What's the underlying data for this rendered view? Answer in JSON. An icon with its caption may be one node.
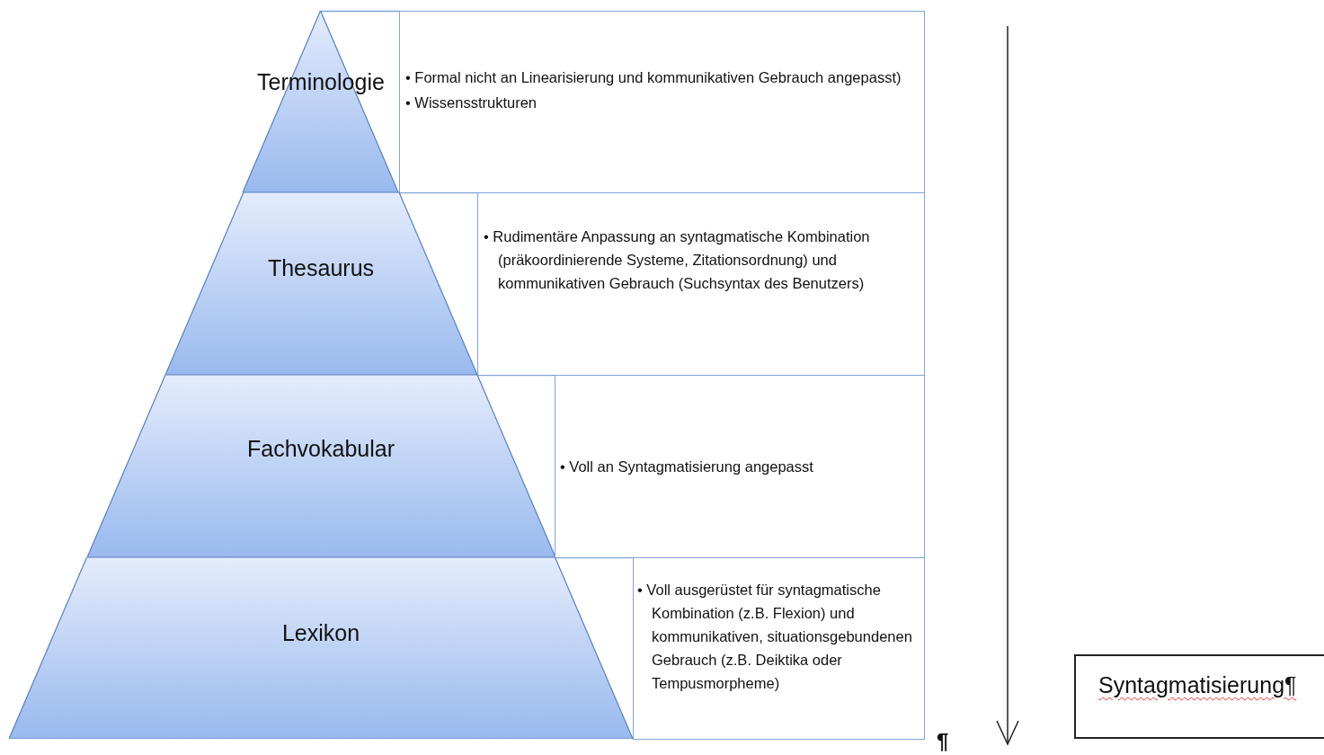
{
  "diagram": {
    "nodes": [
      {
        "text": [
          "Terminologie"
        ]
      },
      {
        "text": [
          "Thesaurus"
        ]
      },
      {
        "text": [
          "Fachvokabular"
        ]
      },
      {
        "text": [
          "Lexikon"
        ]
      },
      {
        "text": [
          "• Formal nicht an Linearisierung und kommunikativen Gebrauch angepasst)",
          "• Wissensstrukturen"
        ]
      },
      {
        "text": [
          "• Rudimentäre Anpassung an syntagmatische Kombination (präkoordinierende Systeme, Zitationsordnung) und kommunikativen Gebrauch (Suchsyntax des Benutzers)"
        ]
      },
      {
        "text": [
          "• Voll an Syntagmatisierung angepasst"
        ]
      },
      {
        "text": [
          "• Voll ausgerüstet für syntagmatische Kombination (z.B. Flexion) und kommunikativen, situationsgebundenen Gebrauch (z.B. Deiktika oder Tempusmorpheme)"
        ]
      },
      {
        "text": [
          "Syntagmatisierung¶"
        ]
      }
    ],
    "edges": [],
    "labels": [
      "¶"
    ]
  }
}
